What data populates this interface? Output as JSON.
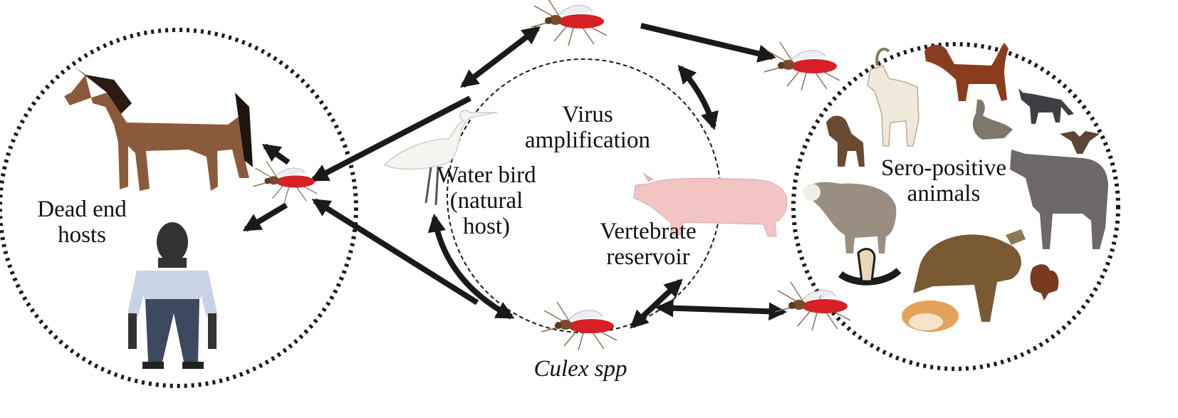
{
  "labels": {
    "virus_amplification": [
      "Virus",
      "amplification"
    ],
    "water_bird": [
      "Water bird",
      "(natural",
      "host)"
    ],
    "vertebrate_reservoir": [
      "Vertebrate",
      "reservoir"
    ],
    "dead_end_hosts": [
      "Dead end",
      "hosts"
    ],
    "sero_positive_animals": [
      "Sero-positive",
      "animals"
    ],
    "culex": "Culex spp"
  },
  "colors": {
    "arrow": "#1a1a1a",
    "mosquito_body": "#d62026",
    "horse": "#8b5a3c",
    "pig": "#f2c4c4",
    "human_shirt": "#c9d3e6",
    "human_pants": "#3b4a5e"
  },
  "icons": [
    "mosquito-icon",
    "horse-icon",
    "human-icon",
    "egret-icon",
    "pig-icon",
    "goat-icon",
    "dog-icon",
    "cat-icon",
    "goose-icon",
    "monkey-icon",
    "bat-icon",
    "sheep-icon",
    "cow-icon",
    "snake-icon",
    "turtle-icon",
    "chicken-icon",
    "hamster-icon"
  ]
}
